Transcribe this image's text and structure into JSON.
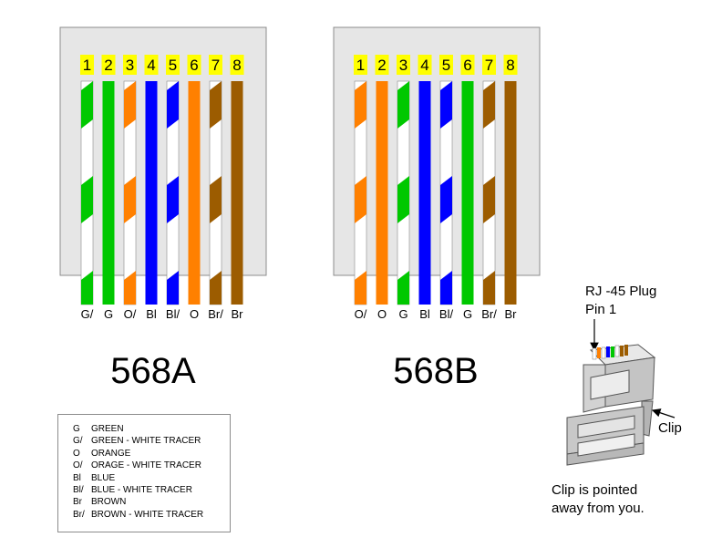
{
  "colors": {
    "green": "#00c800",
    "orange": "#ff8000",
    "blue": "#0000ff",
    "brown": "#9c5c00",
    "white": "#ffffff",
    "panel": "#e6e6e6",
    "pin_highlight": "#ffff00"
  },
  "standards": [
    {
      "title": "568A",
      "wires": [
        {
          "pin": "1",
          "label": "G/",
          "color": "green",
          "striped": true
        },
        {
          "pin": "2",
          "label": "G",
          "color": "green",
          "striped": false
        },
        {
          "pin": "3",
          "label": "O/",
          "color": "orange",
          "striped": true
        },
        {
          "pin": "4",
          "label": "Bl",
          "color": "blue",
          "striped": false
        },
        {
          "pin": "5",
          "label": "Bl/",
          "color": "blue",
          "striped": true
        },
        {
          "pin": "6",
          "label": "O",
          "color": "orange",
          "striped": false
        },
        {
          "pin": "7",
          "label": "Br/",
          "color": "brown",
          "striped": true
        },
        {
          "pin": "8",
          "label": "Br",
          "color": "brown",
          "striped": false
        }
      ]
    },
    {
      "title": "568B",
      "wires": [
        {
          "pin": "1",
          "label": "O/",
          "color": "orange",
          "striped": true
        },
        {
          "pin": "2",
          "label": "O",
          "color": "orange",
          "striped": false
        },
        {
          "pin": "3",
          "label": "G",
          "color": "green",
          "striped": true
        },
        {
          "pin": "4",
          "label": "Bl",
          "color": "blue",
          "striped": false
        },
        {
          "pin": "5",
          "label": "Bl/",
          "color": "blue",
          "striped": true
        },
        {
          "pin": "6",
          "label": "G",
          "color": "green",
          "striped": false
        },
        {
          "pin": "7",
          "label": "Br/",
          "color": "brown",
          "striped": true
        },
        {
          "pin": "8",
          "label": "Br",
          "color": "brown",
          "striped": false
        }
      ]
    }
  ],
  "legend": [
    {
      "code": "G",
      "text": "GREEN"
    },
    {
      "code": "G/",
      "text": "GREEN - WHITE TRACER"
    },
    {
      "code": "O",
      "text": "ORANGE"
    },
    {
      "code": "O/",
      "text": "ORAGE - WHITE TRACER"
    },
    {
      "code": "Bl",
      "text": "BLUE"
    },
    {
      "code": "Bl/",
      "text": "BLUE - WHITE TRACER"
    },
    {
      "code": "Br",
      "text": "BROWN"
    },
    {
      "code": "Br/",
      "text": "BROWN - WHITE TRACER"
    }
  ],
  "plug": {
    "label_line1": "RJ -45 Plug",
    "label_line2": "Pin 1",
    "clip_label": "Clip",
    "note_line1": "Clip is pointed",
    "note_line2": "away from you."
  }
}
